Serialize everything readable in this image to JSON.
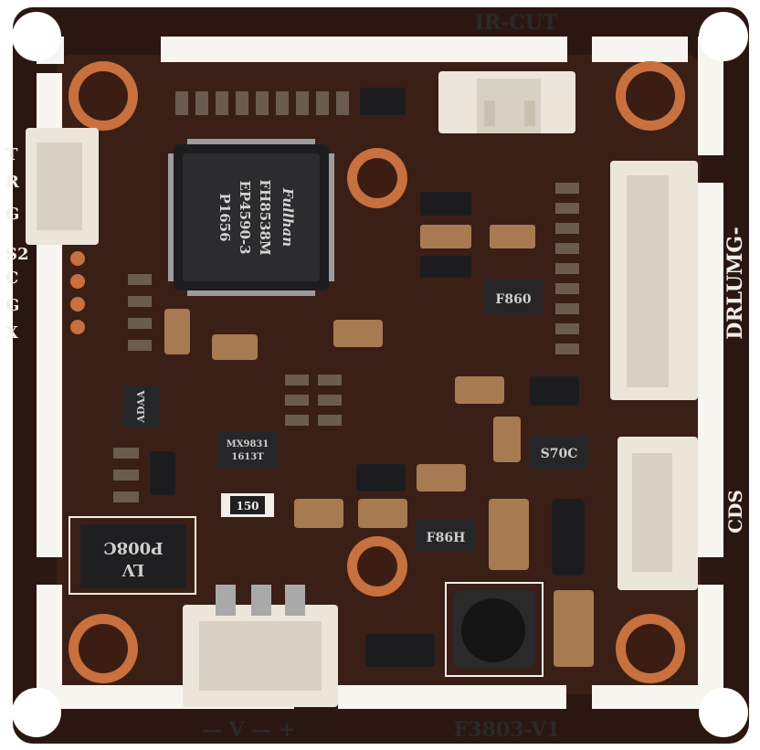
{
  "silkscreen": {
    "top_label": "IR-CUT",
    "bottom_label": "F3803-V1",
    "right_top_label": "DRLUMG-",
    "right_bottom_label": "CDS",
    "left_pins": [
      "T",
      "R",
      "G",
      "S2",
      "C",
      "G",
      "X"
    ],
    "power_label": "— V — +"
  },
  "chip_markings": {
    "soc_line1": "Fullhan",
    "soc_line2": "FH8538M",
    "soc_line3": "EP4590-3",
    "soc_line4": "P1656",
    "reg_f860": "F860",
    "reg_f86h": "F86H",
    "reg_s70c": "S70C",
    "reg_mx": "MX9831",
    "reg_mx2": "1613T",
    "reg_adaa": "ADAA",
    "res_150": "150",
    "diode_p008c": "P008C",
    "diode_lv": "LV"
  },
  "colors": {
    "board": "#2b1712",
    "board_dark": "#1e0f0b",
    "copper": "#c8703e",
    "connector": "#ece6da",
    "chip": "#2c2c2e",
    "silk": "#f2efe8"
  }
}
